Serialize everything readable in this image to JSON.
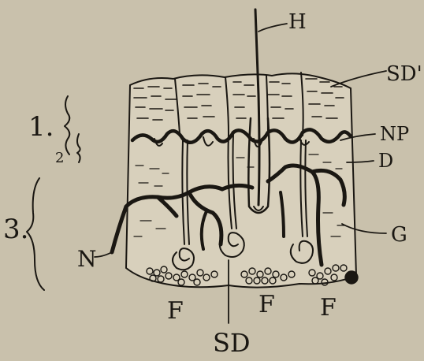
{
  "labels": {
    "hair": "H",
    "sweat_duct_upper": "SD'",
    "nerve_plexus": "NP",
    "dermis": "D",
    "gland": "G",
    "nerve": "N",
    "fat_left": "F",
    "fat_middle": "F",
    "fat_right": "F",
    "sweat_duct": "SD",
    "layer_1": "1.",
    "layer_2": "2",
    "layer_3": "3."
  },
  "colors": {
    "paper": "#c9c1ac",
    "ink": "#1a1712",
    "tissue": "#d8d0bc"
  }
}
